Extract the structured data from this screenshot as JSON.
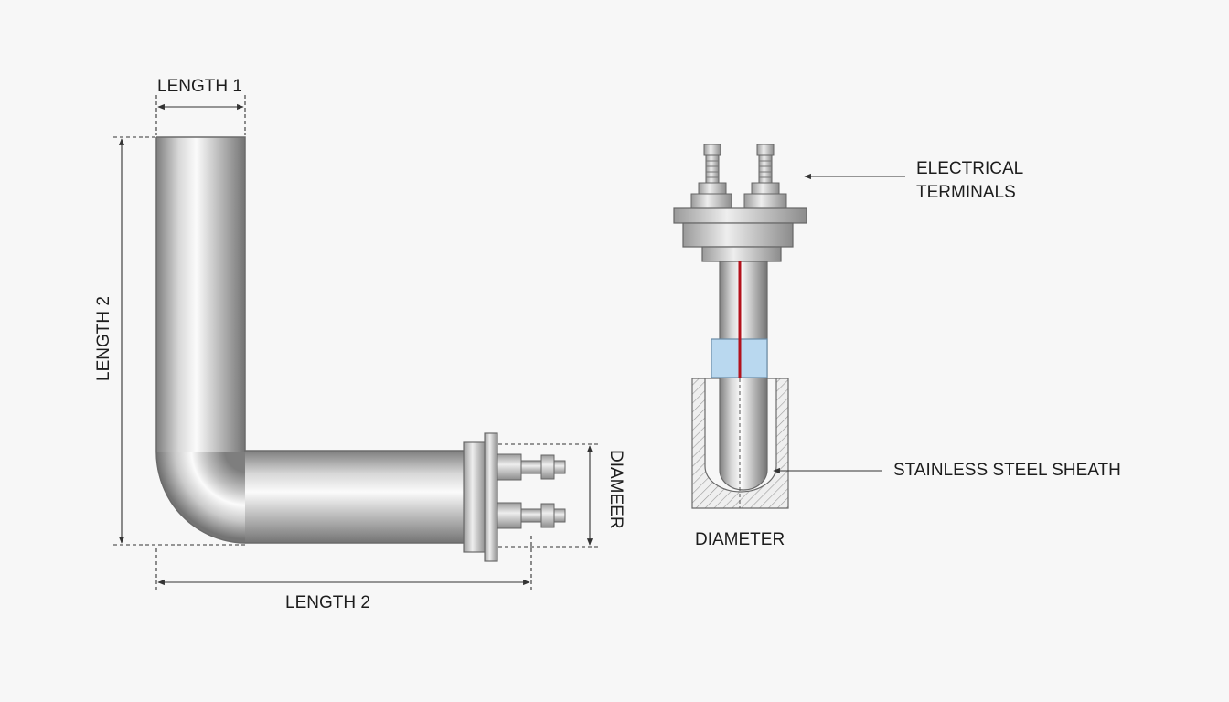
{
  "left_view": {
    "length1_label": "LENGTH 1",
    "length2_vertical_label": "LENGTH 2",
    "length2_horizontal_label": "LENGTH 2",
    "diameter_label": "DIAMEER"
  },
  "right_view": {
    "terminals_label_line1": "ELECTRICAL",
    "terminals_label_line2": "TERMINALS",
    "sheath_label": "STAINLESS STEEL SHEATH",
    "diameter_label": "DIAMETER"
  },
  "colors": {
    "steel_light": "#f4f4f4",
    "steel_mid": "#c3c3c3",
    "steel_dark": "#8a8a8a",
    "heating_wire": "#b3121c",
    "insulator": "#b9d8ef",
    "dimension_line": "#333333",
    "background": "#f7f7f7"
  }
}
